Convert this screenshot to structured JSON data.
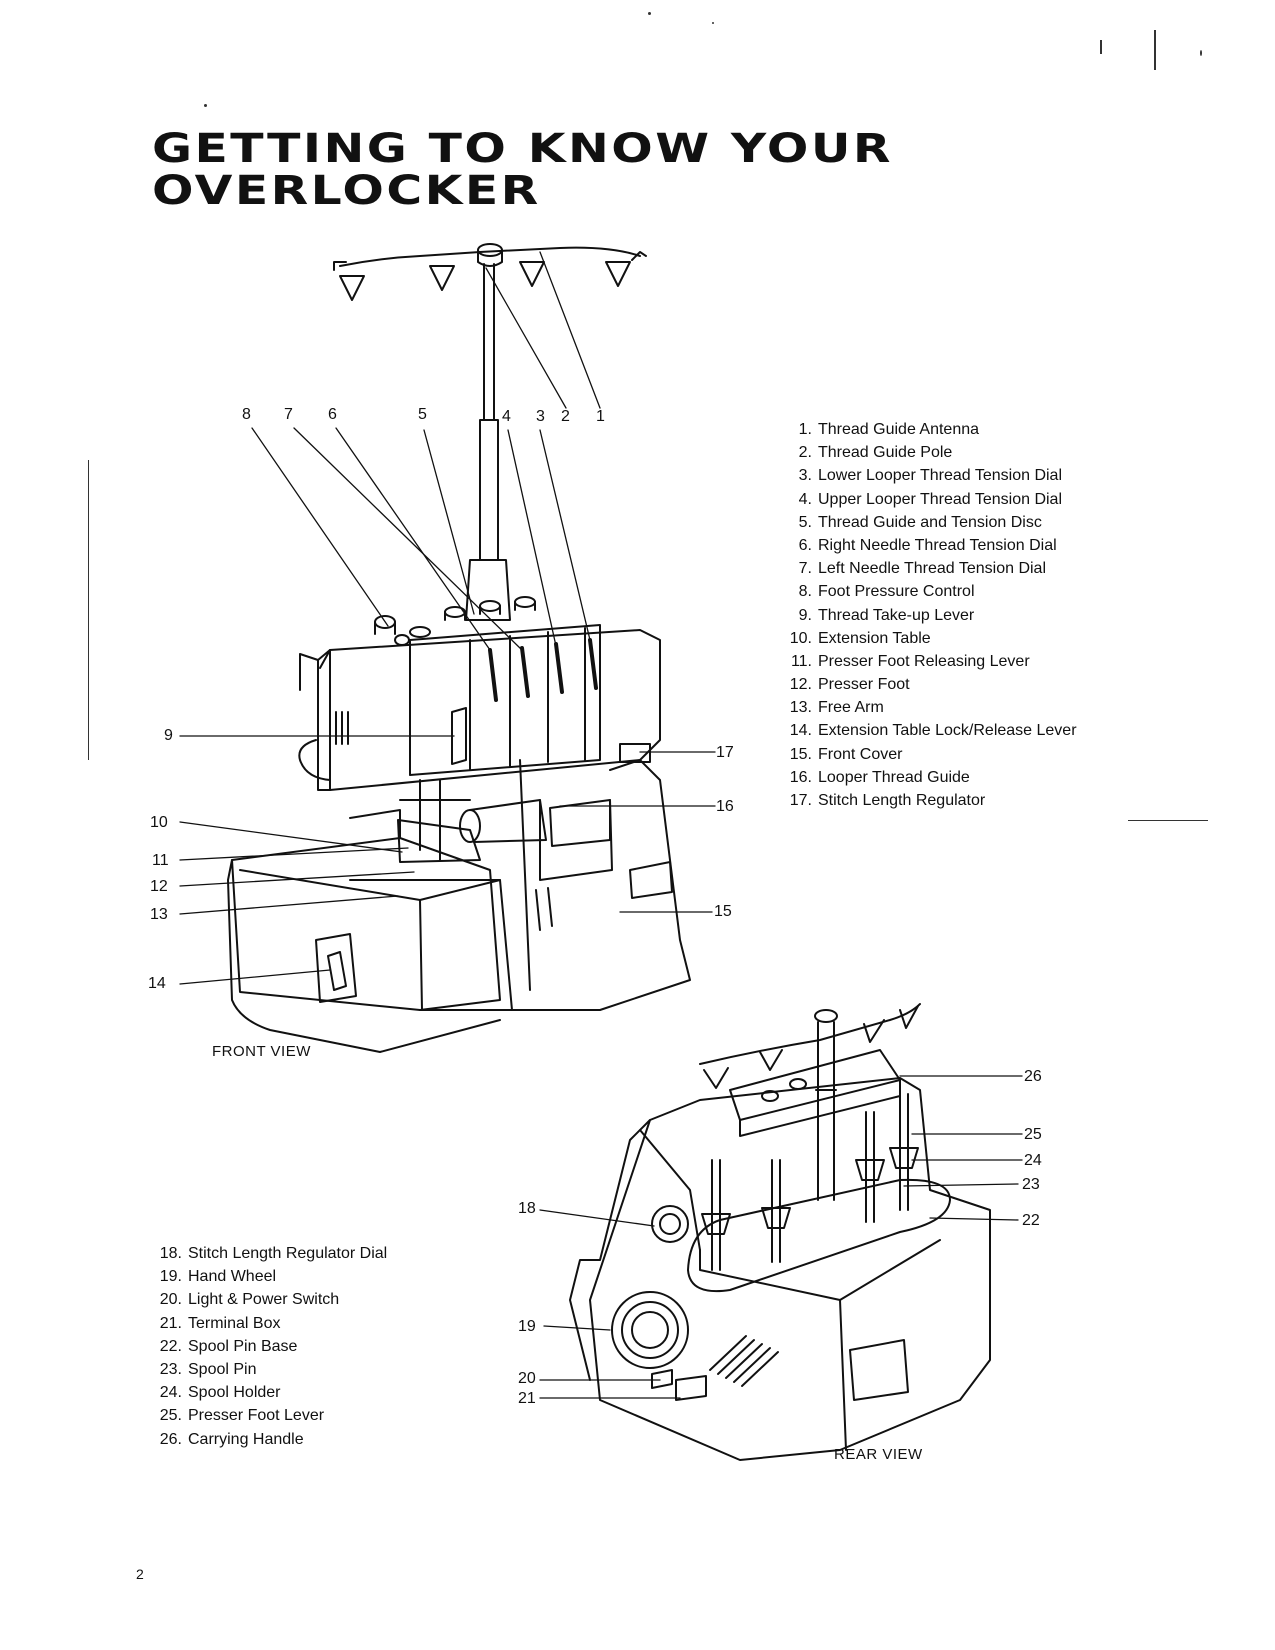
{
  "title": {
    "line1": "GETTING TO KNOW YOUR",
    "line2": "OVERLOCKER"
  },
  "legend_front": [
    {
      "num": "1.",
      "label": "Thread Guide Antenna"
    },
    {
      "num": "2.",
      "label": "Thread Guide Pole"
    },
    {
      "num": "3.",
      "label": "Lower Looper Thread Tension Dial"
    },
    {
      "num": "4.",
      "label": "Upper Looper Thread Tension Dial"
    },
    {
      "num": "5.",
      "label": "Thread Guide and Tension Disc"
    },
    {
      "num": "6.",
      "label": "Right Needle Thread Tension Dial"
    },
    {
      "num": "7.",
      "label": "Left Needle Thread Tension Dial"
    },
    {
      "num": "8.",
      "label": "Foot Pressure Control"
    },
    {
      "num": "9.",
      "label": "Thread Take-up Lever"
    },
    {
      "num": "10.",
      "label": "Extension Table"
    },
    {
      "num": "11.",
      "label": "Presser Foot Releasing Lever"
    },
    {
      "num": "12.",
      "label": "Presser Foot"
    },
    {
      "num": "13.",
      "label": "Free Arm"
    },
    {
      "num": "14.",
      "label": "Extension Table Lock/Release Lever"
    },
    {
      "num": "15.",
      "label": "Front Cover"
    },
    {
      "num": "16.",
      "label": "Looper Thread Guide"
    },
    {
      "num": "17.",
      "label": "Stitch Length Regulator"
    }
  ],
  "legend_rear": [
    {
      "num": "18.",
      "label": "Stitch Length Regulator Dial"
    },
    {
      "num": "19.",
      "label": "Hand Wheel"
    },
    {
      "num": "20.",
      "label": "Light & Power Switch"
    },
    {
      "num": "21.",
      "label": "Terminal Box"
    },
    {
      "num": "22.",
      "label": "Spool Pin Base"
    },
    {
      "num": "23.",
      "label": "Spool Pin"
    },
    {
      "num": "24.",
      "label": "Spool Holder"
    },
    {
      "num": "25.",
      "label": "Presser Foot Lever"
    },
    {
      "num": "26.",
      "label": "Carrying Handle"
    }
  ],
  "callouts_front": {
    "n1": "1",
    "n2": "2",
    "n3": "3",
    "n4": "4",
    "n5": "5",
    "n6": "6",
    "n7": "7",
    "n8": "8",
    "n9": "9",
    "n10": "10",
    "n11": "11",
    "n12": "12",
    "n13": "13",
    "n14": "14",
    "n15": "15",
    "n16": "16",
    "n17": "17"
  },
  "callouts_rear": {
    "n18": "18",
    "n19": "19",
    "n20": "20",
    "n21": "21",
    "n22": "22",
    "n23": "23",
    "n24": "24",
    "n25": "25",
    "n26": "26"
  },
  "captions": {
    "front": "FRONT VIEW",
    "rear": "REAR VIEW"
  },
  "page_number": "2",
  "colors": {
    "ink": "#111111",
    "paper": "#ffffff"
  }
}
